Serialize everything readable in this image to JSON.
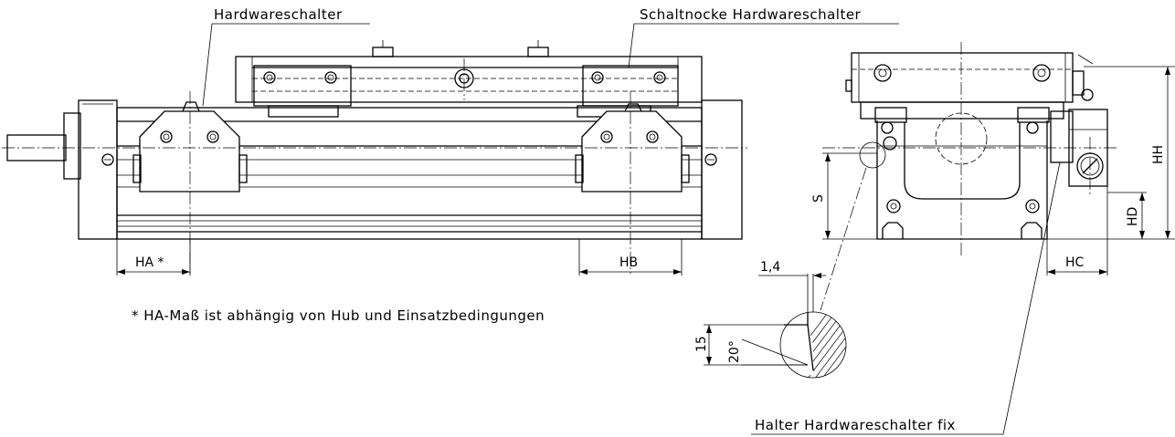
{
  "labels": {
    "hardware_switch": "Hardwareschalter",
    "switch_cam": "Schaltnocke Hardwareschalter",
    "holder": "Halter Hardwareschalter fix",
    "note": "* HA-Maß ist abhängig von Hub und Einsatzbedingungen"
  },
  "dimensions": {
    "ha": "HA *",
    "hb": "HB",
    "hc": "HC",
    "hd": "HD",
    "hh": "HH",
    "s": "S",
    "gap": "1,4",
    "height": "15",
    "angle": "20°"
  }
}
